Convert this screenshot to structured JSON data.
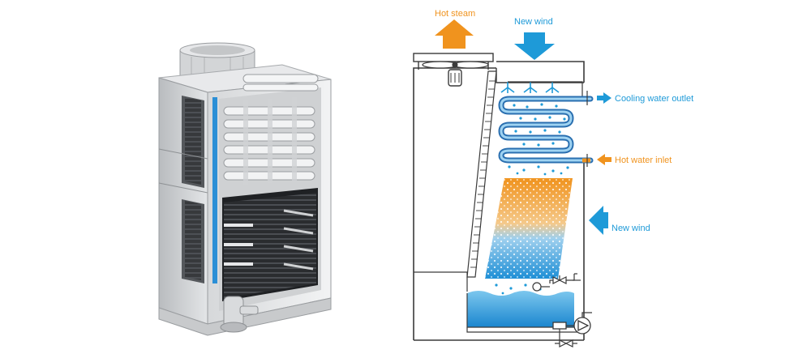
{
  "labels": {
    "hot_steam": "Hot steam",
    "new_wind_top": "New wind",
    "cooling_water_outlet": "Cooling water outlet",
    "hot_water_inlet": "Hot water inlet",
    "new_wind_side": "New wind"
  },
  "colors": {
    "hot": "#f0931e",
    "cold": "#1e9ad8",
    "water": "#3aa8e0",
    "outline": "#3a3a3a"
  },
  "icons": [
    "fan-icon",
    "motor-icon",
    "pump-icon",
    "valve-icon",
    "sprinkler-icon"
  ]
}
